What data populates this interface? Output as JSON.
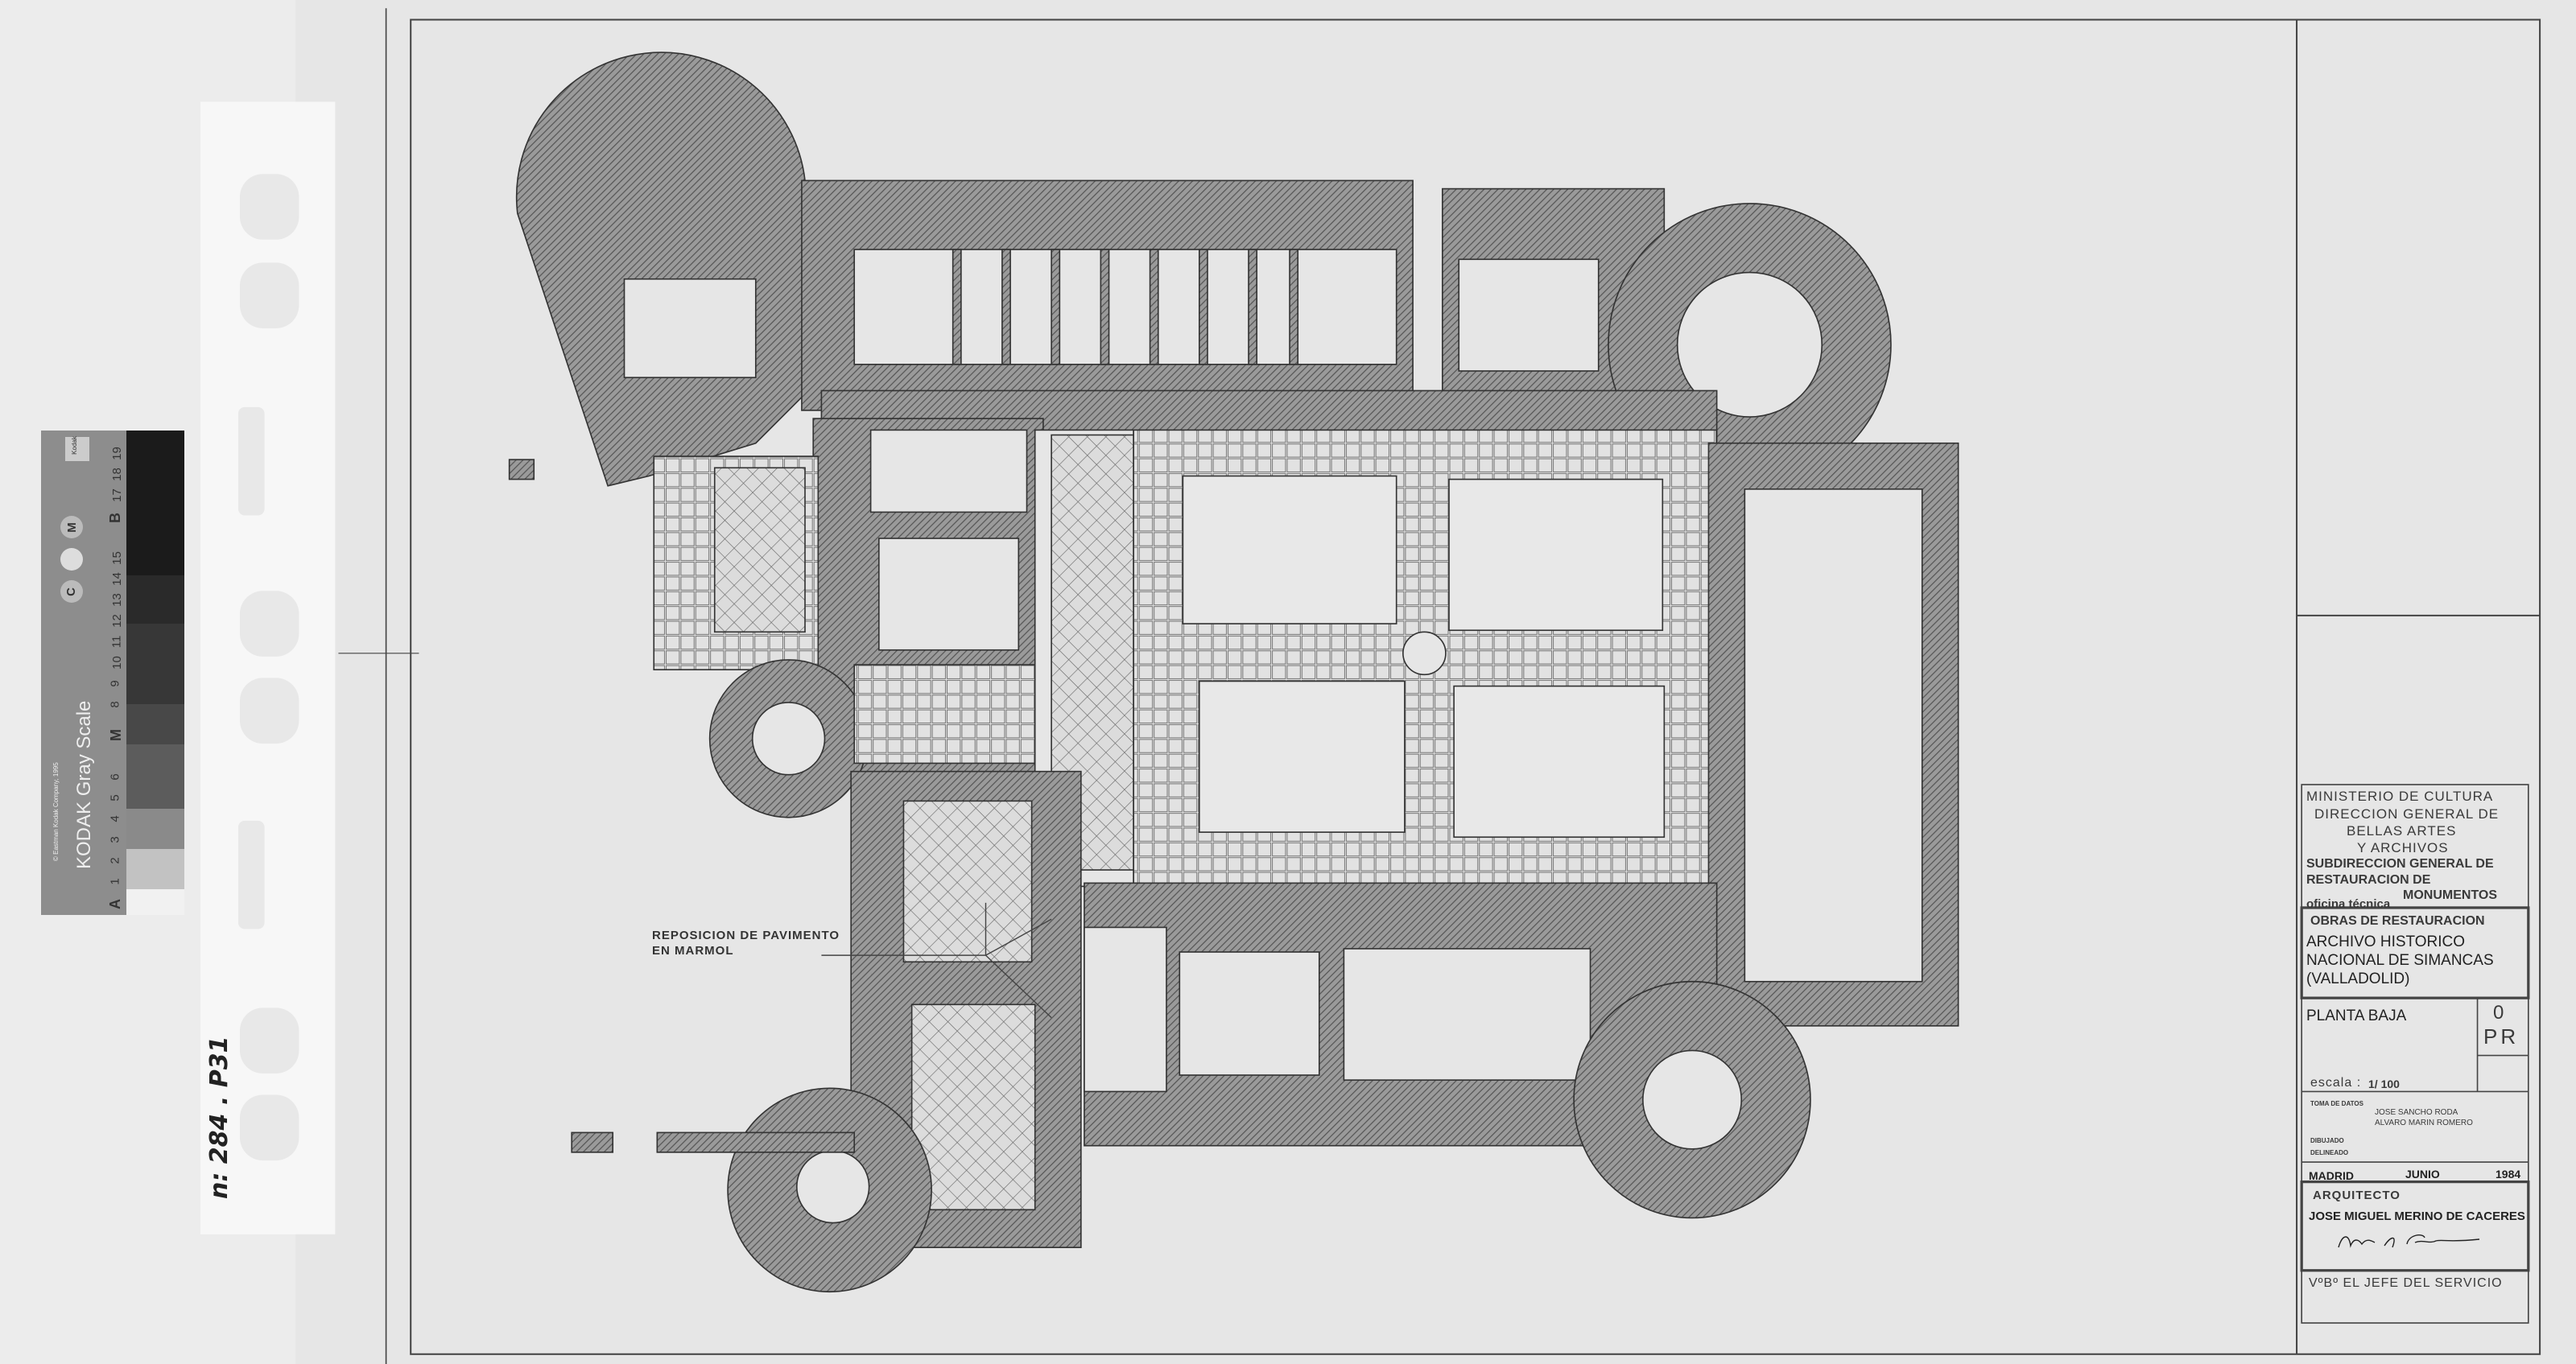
{
  "sheet": {
    "handwritten_ref": "n: 284 . P31"
  },
  "gray_scale": {
    "brand": "KODAK Gray Scale",
    "copyright": "© Eastman Kodak Company, 1995",
    "logo_text": "Kodak",
    "markers": {
      "a": "A",
      "m": "M",
      "b": "B",
      "c": "C",
      "m2": "M"
    },
    "steps": [
      "1",
      "2",
      "3",
      "4",
      "5",
      "6",
      "8",
      "9",
      "10",
      "11",
      "12",
      "13",
      "14",
      "15",
      "17",
      "18",
      "19"
    ]
  },
  "plan": {
    "note_line1": "REPOSICION DE PAVIMENTO",
    "note_line2": "EN MARMOL"
  },
  "title_block": {
    "ministry": [
      "MINISTERIO   DE   CULTURA",
      "DIRECCION GENERAL DE",
      "BELLAS ARTES",
      "Y ARCHIVOS"
    ],
    "subdirection": [
      "SUBDIRECCION GENERAL DE",
      "RESTAURACION DE",
      "MONUMENTOS"
    ],
    "office": "oficina técnica",
    "works_heading": "OBRAS DE RESTAURACION",
    "project": [
      "ARCHIVO HISTORICO",
      "NACIONAL DE SIMANCAS",
      "(VALLADOLID)"
    ],
    "sheet_title": "PLANTA BAJA",
    "sheet_number": "0",
    "sheet_code": "PR",
    "scale_label": "escala :",
    "scale_value": "1/ 100",
    "survey_label": "TOMA DE DATOS",
    "surveyors": [
      "JOSE  SANCHO  RODA",
      "ALVARO  MARIN ROMERO"
    ],
    "drawn_label": "DIBUJADO",
    "delineated_label": "DELINEADO",
    "city": "MADRID",
    "month": "JUNIO",
    "year": "1984",
    "architect_label": "ARQUITECTO",
    "architect_name": "JOSE MIGUEL MERINO DE CACERES",
    "signature": "Merino de Caceres",
    "approval": "VºBº EL JEFE DEL SERVICIO"
  }
}
